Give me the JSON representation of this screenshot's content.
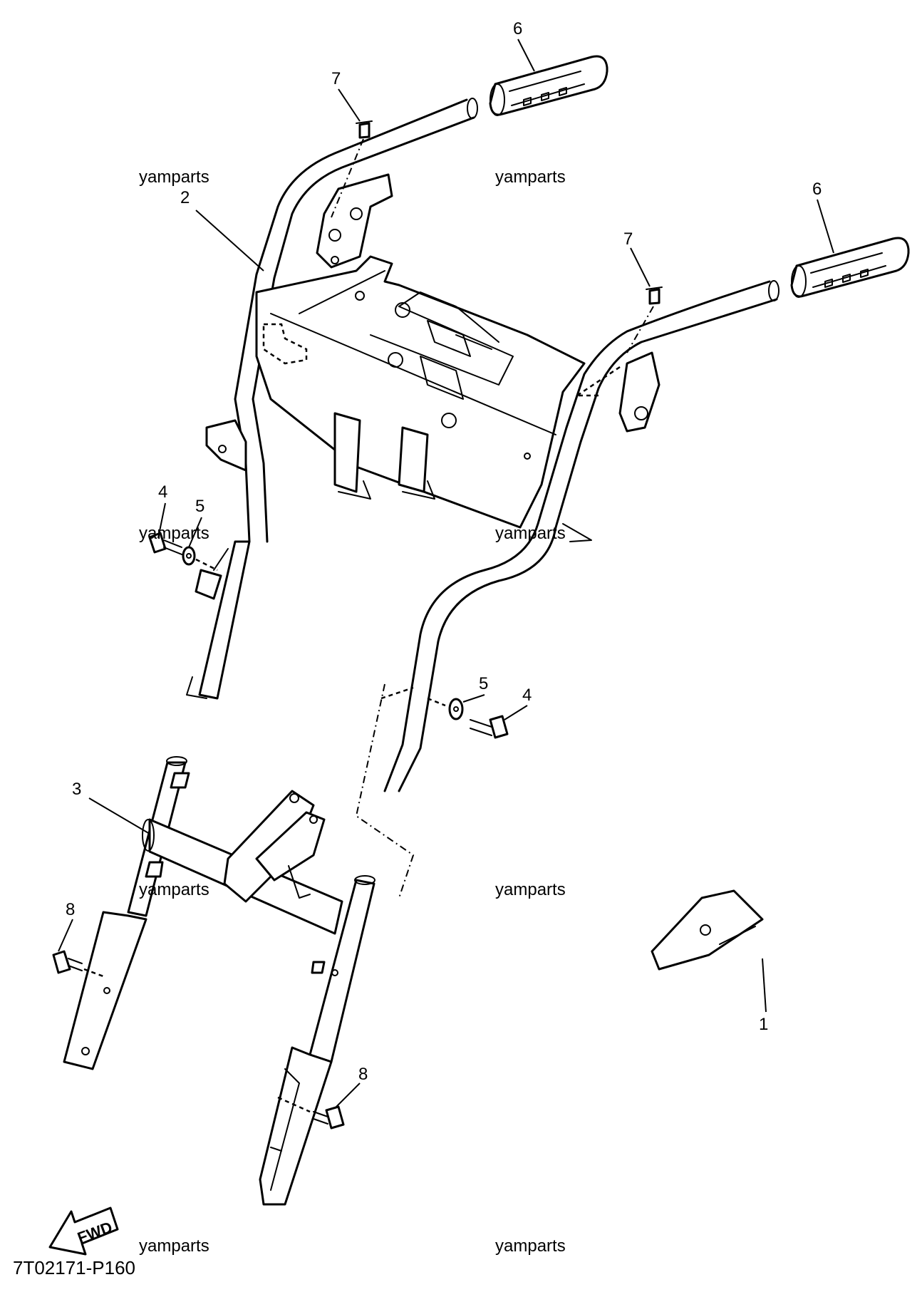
{
  "parts": [
    {
      "id": "1",
      "label": "1"
    },
    {
      "id": "2",
      "label": "2"
    },
    {
      "id": "3",
      "label": "3"
    },
    {
      "id": "4a",
      "label": "4"
    },
    {
      "id": "4b",
      "label": "4"
    },
    {
      "id": "5a",
      "label": "5"
    },
    {
      "id": "5b",
      "label": "5"
    },
    {
      "id": "6a",
      "label": "6"
    },
    {
      "id": "6b",
      "label": "6"
    },
    {
      "id": "7a",
      "label": "7"
    },
    {
      "id": "7b",
      "label": "7"
    },
    {
      "id": "8a",
      "label": "8"
    },
    {
      "id": "8b",
      "label": "8"
    }
  ],
  "watermarks": [
    "yamparts",
    "yamparts",
    "yamparts",
    "yamparts",
    "yamparts",
    "yamparts",
    "yamparts",
    "yamparts"
  ],
  "diagram_code": "7T02171-P160",
  "fwd_label": "FWD"
}
